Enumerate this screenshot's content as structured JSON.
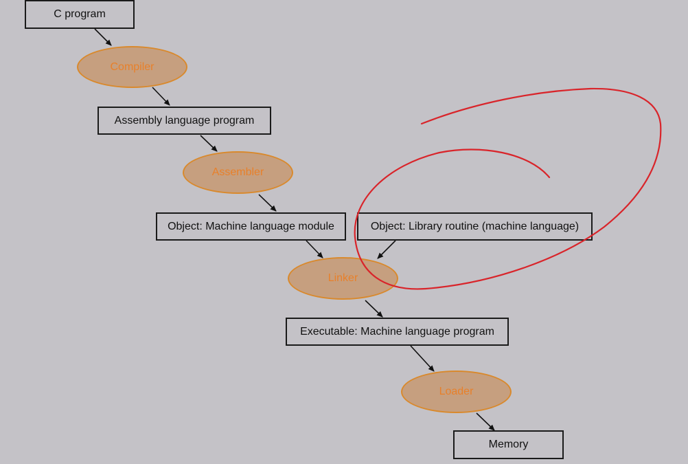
{
  "diagram": {
    "boxes": {
      "c_program": "C program",
      "assembly_program": "Assembly language program",
      "object_module": "Object: Machine language module",
      "library_routine": "Object: Library routine (machine language)",
      "executable": "Executable: Machine language program",
      "memory": "Memory"
    },
    "stages": {
      "compiler": "Compiler",
      "assembler": "Assembler",
      "linker": "Linker",
      "loader": "Loader"
    }
  },
  "colors": {
    "background": "#c4c2c7",
    "box_border": "#1a1a1a",
    "stage_fill": "#c69f7f",
    "stage_border": "#d9892c",
    "stage_text": "#e8802a",
    "annotation": "#d9242a"
  }
}
